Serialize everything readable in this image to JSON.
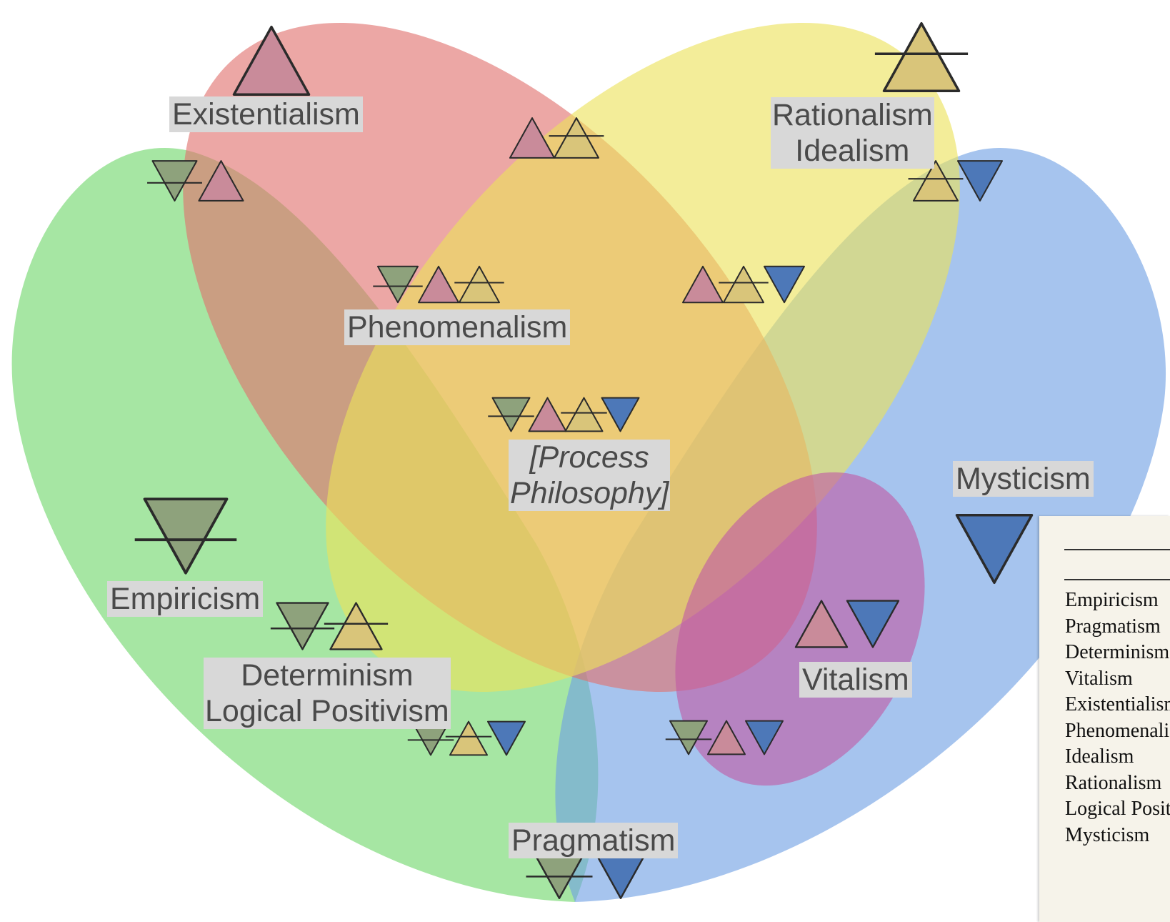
{
  "colors": {
    "existentialism": "#e0716e",
    "rationalism": "#ece25a",
    "empiricism": "#6fd76a",
    "mysticism": "#6f9fe3",
    "vitalism": "#c05aa4",
    "symbol_red": "#c98b9a",
    "symbol_yellow": "#d9c57a",
    "symbol_green": "#8ea27c",
    "symbol_blue": "#4d78b8"
  },
  "labels": {
    "existentialism": "Existentialism",
    "rationalism": "Rationalism",
    "idealism": "Idealism",
    "phenomenalism": "Phenomenalism",
    "process_line1": "[Process",
    "process_line2": "Philosophy]",
    "mysticism": "Mysticism",
    "empiricism": "Empiricism",
    "determinism": "Determinism",
    "logical_positivism": "Logical Positivism",
    "vitalism": "Vitalism",
    "pragmatism": "Pragmatism"
  },
  "symbols": {
    "existentialism": [
      "up-triangle-red"
    ],
    "rationalism": [
      "up-triangle-yellow-barred"
    ],
    "existentialism_empiricism": [
      "down-triangle-green-barred",
      "up-triangle-red"
    ],
    "existentialism_rationalism": [
      "up-triangle-red",
      "up-triangle-yellow-barred"
    ],
    "rationalism_mysticism": [
      "up-triangle-yellow-barred",
      "down-triangle-blue"
    ],
    "phenomenalism": [
      "down-triangle-green-barred",
      "up-triangle-red",
      "up-triangle-yellow-barred"
    ],
    "red_yellow_blue": [
      "up-triangle-red",
      "up-triangle-yellow-barred",
      "down-triangle-blue"
    ],
    "process_philosophy": [
      "down-triangle-green-barred",
      "up-triangle-red",
      "up-triangle-yellow-barred",
      "down-triangle-blue"
    ],
    "mysticism": [
      "down-triangle-blue"
    ],
    "empiricism": [
      "down-triangle-green-barred"
    ],
    "determinism": [
      "down-triangle-green-barred",
      "up-triangle-yellow-barred"
    ],
    "vitalism": [
      "up-triangle-red",
      "down-triangle-blue"
    ],
    "green_yellow_blue": [
      "down-triangle-green-barred",
      "up-triangle-yellow-barred",
      "down-triangle-blue"
    ],
    "green_red_blue": [
      "down-triangle-green-barred",
      "up-triangle-red",
      "down-triangle-blue"
    ],
    "pragmatism": [
      "down-triangle-green-barred",
      "down-triangle-blue"
    ]
  },
  "table": {
    "items": [
      "Empiricism",
      "Pragmatism",
      "Determinism",
      "Vitalism",
      "Existentialism",
      "Phenomenalism",
      "Idealism",
      "Rationalism",
      "Logical Positivism",
      "Mysticism"
    ]
  }
}
